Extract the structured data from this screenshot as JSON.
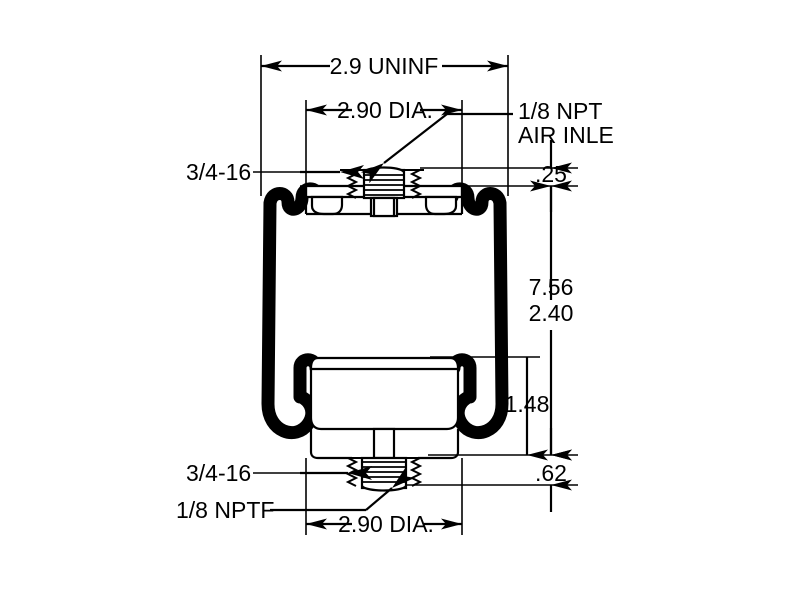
{
  "drawing": {
    "title": "Air Spring Cross-Section Assembly Drawing",
    "background_color": "#ffffff",
    "line_color": "#000000",
    "bellows_color": "#000000",
    "dimensions": {
      "overall_uninflated_width": "2.9 UNINF",
      "top_plate_diameter": "2.90 DIA.",
      "bottom_piston_diameter": "2.90 DIA.",
      "top_stud_height": ".25",
      "body_height_upper": "7.56",
      "body_height_lower": "2.40",
      "lower_offset": "1.48",
      "bottom_stud_height": ".62"
    },
    "callouts": {
      "top_thread": "3/4-16",
      "air_inlet_line_1": "1/8 NPT",
      "air_inlet_line_2": "AIR INLE",
      "bottom_thread": "3/4-16",
      "bottom_port": "1/8 NPTF"
    }
  }
}
